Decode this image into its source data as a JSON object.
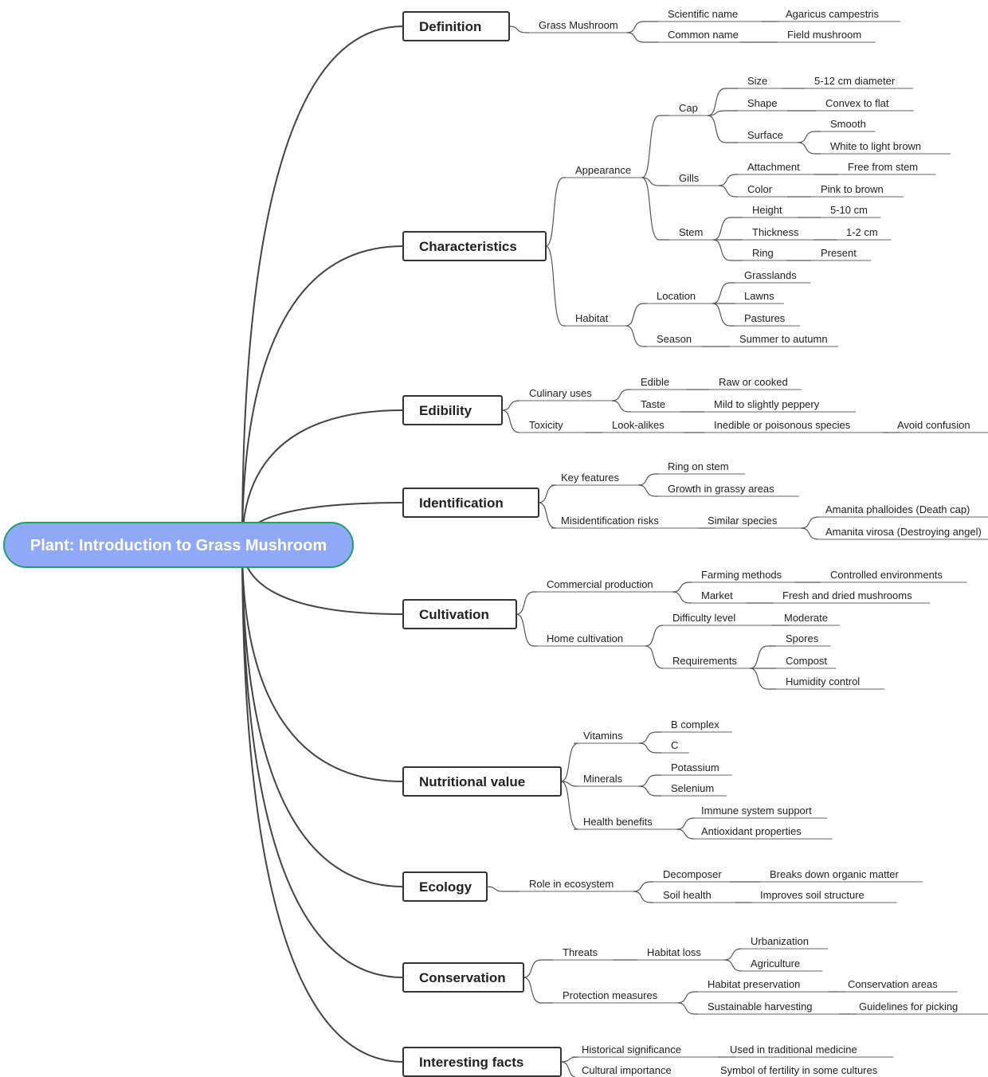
{
  "root": "Plant: Introduction to Grass Mushroom",
  "branches": [
    {
      "label": "Definition",
      "children": [
        {
          "label": "Grass Mushroom",
          "children": [
            {
              "label": "Scientific name",
              "children": [
                {
                  "label": "Agaricus campestris"
                }
              ]
            },
            {
              "label": "Common name",
              "children": [
                {
                  "label": "Field mushroom"
                }
              ]
            }
          ]
        }
      ]
    },
    {
      "label": "Characteristics",
      "children": [
        {
          "label": "Appearance",
          "children": [
            {
              "label": "Cap",
              "children": [
                {
                  "label": "Size",
                  "children": [
                    {
                      "label": "5-12 cm diameter"
                    }
                  ]
                },
                {
                  "label": "Shape",
                  "children": [
                    {
                      "label": "Convex to flat"
                    }
                  ]
                },
                {
                  "label": "Surface",
                  "children": [
                    {
                      "label": "Smooth"
                    },
                    {
                      "label": "White to light brown"
                    }
                  ]
                }
              ]
            },
            {
              "label": "Gills",
              "children": [
                {
                  "label": "Attachment",
                  "children": [
                    {
                      "label": "Free from stem"
                    }
                  ]
                },
                {
                  "label": "Color",
                  "children": [
                    {
                      "label": "Pink to brown"
                    }
                  ]
                }
              ]
            },
            {
              "label": "Stem",
              "children": [
                {
                  "label": "Height",
                  "children": [
                    {
                      "label": "5-10 cm"
                    }
                  ]
                },
                {
                  "label": "Thickness",
                  "children": [
                    {
                      "label": "1-2 cm"
                    }
                  ]
                },
                {
                  "label": "Ring",
                  "children": [
                    {
                      "label": "Present"
                    }
                  ]
                }
              ]
            }
          ]
        },
        {
          "label": "Habitat",
          "children": [
            {
              "label": "Location",
              "children": [
                {
                  "label": "Grasslands"
                },
                {
                  "label": "Lawns"
                },
                {
                  "label": "Pastures"
                }
              ]
            },
            {
              "label": "Season",
              "children": [
                {
                  "label": "Summer to autumn"
                }
              ]
            }
          ]
        }
      ]
    },
    {
      "label": "Edibility",
      "children": [
        {
          "label": "Culinary uses",
          "children": [
            {
              "label": "Edible",
              "children": [
                {
                  "label": "Raw or cooked"
                }
              ]
            },
            {
              "label": "Taste",
              "children": [
                {
                  "label": "Mild to slightly peppery"
                }
              ]
            }
          ]
        },
        {
          "label": "Toxicity",
          "children": [
            {
              "label": "Look-alikes",
              "children": [
                {
                  "label": "Inedible or poisonous species",
                  "children": [
                    {
                      "label": "Avoid confusion"
                    }
                  ]
                }
              ]
            }
          ]
        }
      ]
    },
    {
      "label": "Identification",
      "children": [
        {
          "label": "Key features",
          "children": [
            {
              "label": "Ring on stem"
            },
            {
              "label": "Growth in grassy areas"
            }
          ]
        },
        {
          "label": "Misidentification risks",
          "children": [
            {
              "label": "Similar species",
              "children": [
                {
                  "label": "Amanita phalloides (Death cap)"
                },
                {
                  "label": "Amanita virosa (Destroying angel)"
                }
              ]
            }
          ]
        }
      ]
    },
    {
      "label": "Cultivation",
      "children": [
        {
          "label": "Commercial production",
          "children": [
            {
              "label": "Farming methods",
              "children": [
                {
                  "label": "Controlled environments"
                }
              ]
            },
            {
              "label": "Market",
              "children": [
                {
                  "label": "Fresh and dried mushrooms"
                }
              ]
            }
          ]
        },
        {
          "label": "Home cultivation",
          "children": [
            {
              "label": "Difficulty level",
              "children": [
                {
                  "label": "Moderate"
                }
              ]
            },
            {
              "label": "Requirements",
              "children": [
                {
                  "label": "Spores"
                },
                {
                  "label": "Compost"
                },
                {
                  "label": "Humidity control"
                }
              ]
            }
          ]
        }
      ]
    },
    {
      "label": "Nutritional value",
      "children": [
        {
          "label": "Vitamins",
          "children": [
            {
              "label": "B complex"
            },
            {
              "label": "C"
            }
          ]
        },
        {
          "label": "Minerals",
          "children": [
            {
              "label": "Potassium"
            },
            {
              "label": "Selenium"
            }
          ]
        },
        {
          "label": "Health benefits",
          "children": [
            {
              "label": "Immune system support"
            },
            {
              "label": "Antioxidant properties"
            }
          ]
        }
      ]
    },
    {
      "label": "Ecology",
      "children": [
        {
          "label": "Role in ecosystem",
          "children": [
            {
              "label": "Decomposer",
              "children": [
                {
                  "label": "Breaks down organic matter"
                }
              ]
            },
            {
              "label": "Soil health",
              "children": [
                {
                  "label": "Improves soil structure"
                }
              ]
            }
          ]
        }
      ]
    },
    {
      "label": "Conservation",
      "children": [
        {
          "label": "Threats",
          "children": [
            {
              "label": "Habitat loss",
              "children": [
                {
                  "label": "Urbanization"
                },
                {
                  "label": "Agriculture"
                }
              ]
            }
          ]
        },
        {
          "label": "Protection measures",
          "children": [
            {
              "label": "Habitat preservation",
              "children": [
                {
                  "label": "Conservation areas"
                }
              ]
            },
            {
              "label": "Sustainable harvesting",
              "children": [
                {
                  "label": "Guidelines for picking"
                }
              ]
            }
          ]
        }
      ]
    },
    {
      "label": "Interesting facts",
      "children": [
        {
          "label": "Historical significance",
          "children": [
            {
              "label": "Used in traditional medicine"
            }
          ]
        },
        {
          "label": "Cultural importance",
          "children": [
            {
              "label": "Symbol of fertility in some cultures"
            }
          ]
        }
      ]
    }
  ],
  "colors": {
    "root_fill": "#8fa8f8",
    "root_border": "#22a06b",
    "line": "#444444",
    "box_border": "#333333"
  }
}
